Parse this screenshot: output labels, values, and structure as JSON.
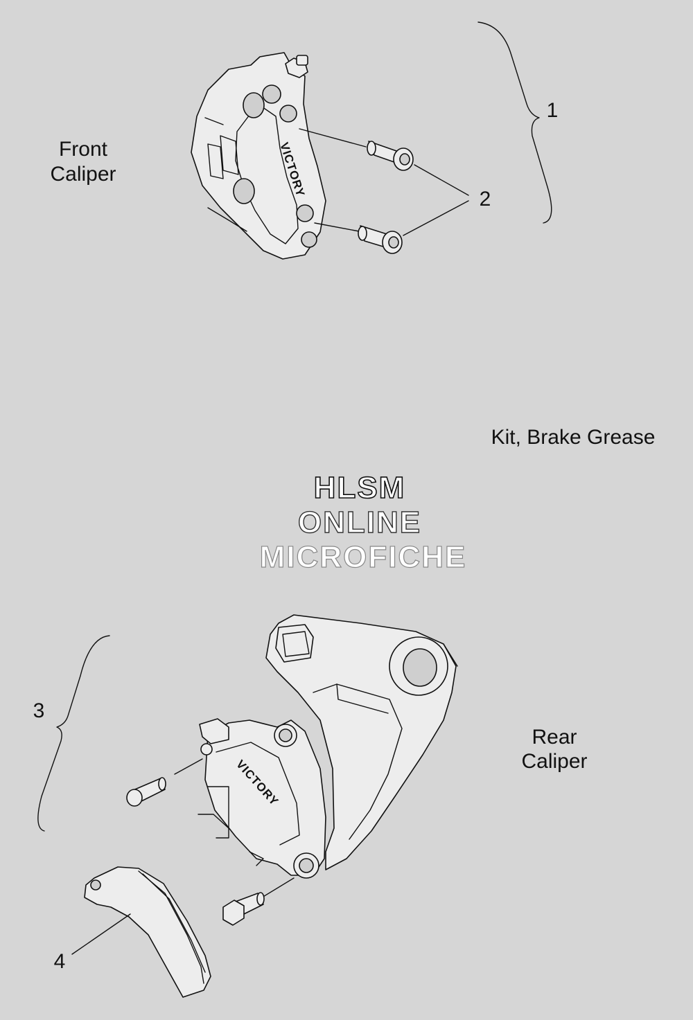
{
  "labels": {
    "front_line1": "Front",
    "front_line2": "Caliper",
    "rear_line1": "Rear",
    "rear_line2": "Caliper",
    "kit": "Kit, Brake Grease"
  },
  "callouts": {
    "c1": "1",
    "c2": "2",
    "c3": "3",
    "c4": "4"
  },
  "brand": {
    "front_engraving": "VICTORY",
    "rear_engraving": "VICTORY"
  },
  "watermark": {
    "line1": "HLSM",
    "line2": "ONLINE",
    "line3": "MICROFICHE"
  }
}
